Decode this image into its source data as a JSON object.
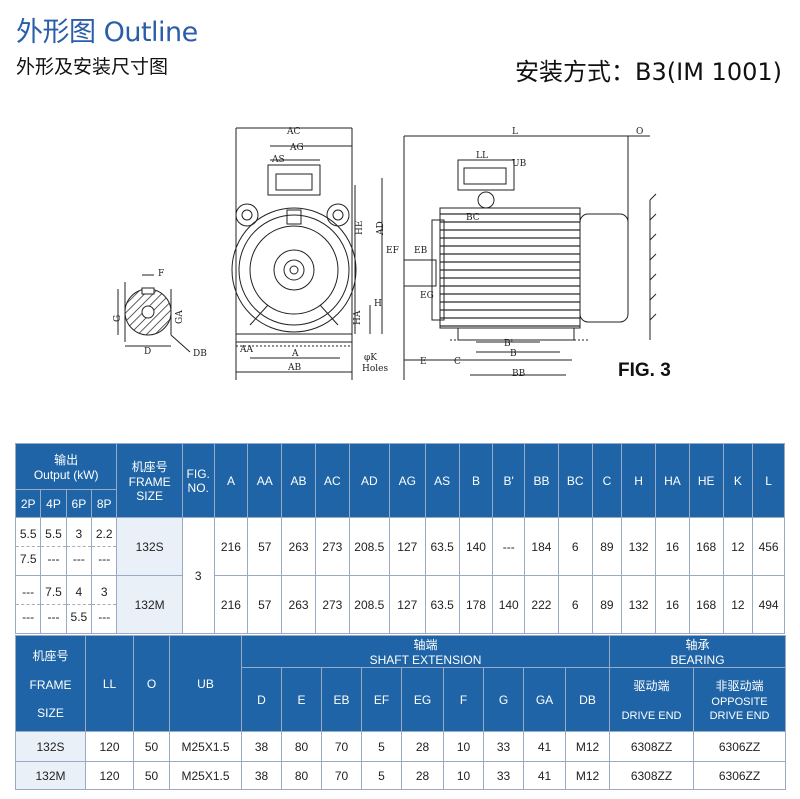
{
  "header": {
    "title": "外形图 Outline",
    "subtitle": "外形及安装尺寸图",
    "mounting": "安装方式：B3(IM 1001)"
  },
  "figure": {
    "label": "FIG. 3",
    "dims": {
      "AC": "AC",
      "AG": "AG",
      "AS": "AS",
      "HE": "HE",
      "AD": "AD",
      "H": "H",
      "HA": "HA",
      "A": "A",
      "AA": "AA",
      "AB": "AB",
      "K": "φK",
      "holes": "Holes",
      "L": "L",
      "O": "O",
      "LL": "LL",
      "UB": "UB",
      "BC": "BC",
      "EF": "EF",
      "EB": "EB",
      "EG": "EG",
      "E": "E",
      "C": "C",
      "B": "B",
      "Bp": "B'",
      "BB": "BB",
      "F": "F",
      "G": "G",
      "GA": "GA",
      "D": "D",
      "DB": "DB"
    }
  },
  "table1": {
    "output_cn": "输出",
    "output_en": "Output (kW)",
    "poles": [
      "2P",
      "4P",
      "6P",
      "8P"
    ],
    "frame_cn": "机座号",
    "frame_en1": "FRAME",
    "frame_en2": "SIZE",
    "fig1": "FIG.",
    "fig2": "NO.",
    "cols": [
      "A",
      "AA",
      "AB",
      "AC",
      "AD",
      "AG",
      "AS",
      "B",
      "B'",
      "BB",
      "BC",
      "C",
      "H",
      "HA",
      "HE",
      "K",
      "L"
    ],
    "rows": [
      {
        "out1": [
          "5.5",
          "5.5",
          "3",
          "2.2"
        ],
        "out2": [
          "7.5",
          "---",
          "---",
          "---"
        ],
        "frame": "132S",
        "fig": "3",
        "vals": [
          "216",
          "57",
          "263",
          "273",
          "208.5",
          "127",
          "63.5",
          "140",
          "---",
          "184",
          "6",
          "89",
          "132",
          "16",
          "168",
          "12",
          "456"
        ]
      },
      {
        "out1": [
          "---",
          "7.5",
          "4",
          "3"
        ],
        "out2": [
          "---",
          "---",
          "5.5",
          "---"
        ],
        "frame": "132M",
        "vals": [
          "216",
          "57",
          "263",
          "273",
          "208.5",
          "127",
          "63.5",
          "178",
          "140",
          "222",
          "6",
          "89",
          "132",
          "16",
          "168",
          "12",
          "494"
        ]
      }
    ]
  },
  "table2": {
    "frame_cn": "机座号",
    "frame_en1": "FRAME",
    "frame_en2": "SIZE",
    "LL": "LL",
    "O": "O",
    "UB": "UB",
    "shaft_cn": "轴端",
    "shaft_en": "SHAFT  EXTENSION",
    "shaft_cols": [
      "D",
      "E",
      "EB",
      "EF",
      "EG",
      "F",
      "G",
      "GA",
      "DB"
    ],
    "bearing_cn": "轴承",
    "bearing_en": "BEARING",
    "drive_cn": "驱动端",
    "drive_en": "DRIVE END",
    "nondrive_cn": "非驱动端",
    "nondrive_en1": "OPPOSITE",
    "nondrive_en2": "DRIVE  END",
    "rows": [
      {
        "frame": "132S",
        "LL": "120",
        "O": "50",
        "UB": "M25X1.5",
        "shaft": [
          "38",
          "80",
          "70",
          "5",
          "28",
          "10",
          "33",
          "41",
          "M12"
        ],
        "drive": "6308ZZ",
        "nondrive": "6306ZZ"
      },
      {
        "frame": "132M",
        "LL": "120",
        "O": "50",
        "UB": "M25X1.5",
        "shaft": [
          "38",
          "80",
          "70",
          "5",
          "28",
          "10",
          "33",
          "41",
          "M12"
        ],
        "drive": "6308ZZ",
        "nondrive": "6306ZZ"
      }
    ]
  }
}
